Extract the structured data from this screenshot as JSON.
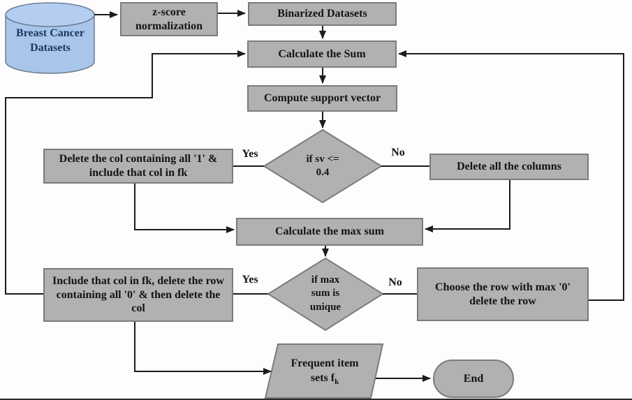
{
  "colors": {
    "bg": "#fdfdfd",
    "line": "#1c1c1c",
    "node_fill": "#b2b0b1",
    "node_border": "#7c7b7c",
    "text": "#141414",
    "cylinder_fill": "#a9c6ea",
    "cylinder_top_fill": "#b4cdf0",
    "cylinder_border": "#6b7b94",
    "cylinder_text": "#1a3764"
  },
  "nodes": {
    "datasets": {
      "shape": "cylinder",
      "label": "Breast Cancer Datasets"
    },
    "zscore": {
      "shape": "process",
      "label": "z-score normalization"
    },
    "binarized": {
      "shape": "process",
      "label": "Binarized Datasets"
    },
    "calc_sum": {
      "shape": "process",
      "label": "Calculate the Sum"
    },
    "compute_sv": {
      "shape": "process",
      "label": "Compute support vector"
    },
    "sv_decision": {
      "shape": "decision",
      "line1": "if sv <=",
      "line2": "0.4"
    },
    "delete_col_ones": {
      "shape": "process",
      "label": "Delete the col containing all '1' & include that col in fk"
    },
    "delete_all_columns": {
      "shape": "process",
      "label": "Delete all the columns"
    },
    "calc_max_sum": {
      "shape": "process",
      "label": "Calculate the max sum"
    },
    "max_sum_decision": {
      "shape": "decision",
      "line1": "if max",
      "line2": "sum is",
      "line3": "unique"
    },
    "include_col_fk": {
      "shape": "process",
      "label": "Include that col in fk, delete the row containing all '0' & then delete the col"
    },
    "choose_row": {
      "shape": "process",
      "label": "Choose the row with max '0' delete the row"
    },
    "frequent_items": {
      "shape": "parallelogram",
      "line1": "Frequent item",
      "line2_prefix": "sets f",
      "line2_subscript": "k"
    },
    "end": {
      "shape": "terminator",
      "label": "End"
    }
  },
  "edge_labels": {
    "sv_yes": "Yes",
    "sv_no": "No",
    "max_yes": "Yes",
    "max_no": "No"
  }
}
